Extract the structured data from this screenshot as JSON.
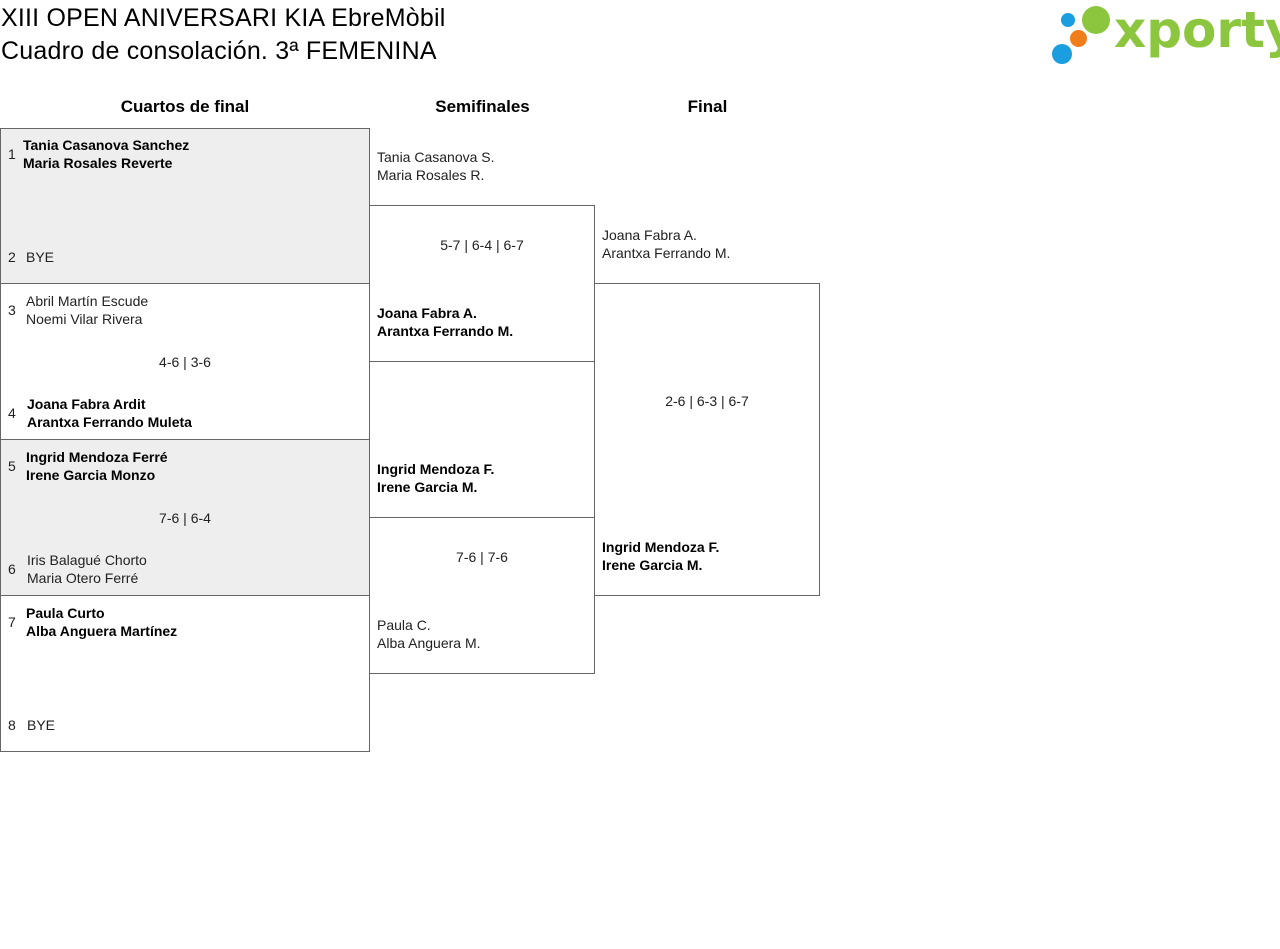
{
  "header": {
    "title_line1": "XIII OPEN ANIVERSARI KIA EbreMòbil",
    "title_line2": "Cuadro de consolación. 3ª FEMENINA"
  },
  "logo": {
    "text": "xporty",
    "colors": {
      "blue": "#1a9ee0",
      "orange": "#f07c1a",
      "green": "#8cc63f"
    }
  },
  "columns": {
    "quarterfinals": "Cuartos de final",
    "semifinals": "Semifinales",
    "final": "Final"
  },
  "quarterfinals": [
    {
      "score": "",
      "top": {
        "seed": "1",
        "player1": "Tania Casanova Sanchez",
        "player2": "Maria Rosales Reverte",
        "winner": true
      },
      "bottom": {
        "seed": "2",
        "player1": "BYE",
        "player2": "",
        "winner": false
      }
    },
    {
      "score": "4-6 | 3-6",
      "top": {
        "seed": "3",
        "player1": "Abril Martín Escude",
        "player2": "Noemi Vilar Rivera",
        "winner": false
      },
      "bottom": {
        "seed": "4",
        "player1": "Joana Fabra Ardit",
        "player2": "Arantxa Ferrando Muleta",
        "winner": true
      }
    },
    {
      "score": "7-6 | 6-4",
      "top": {
        "seed": "5",
        "player1": "Ingrid Mendoza Ferré",
        "player2": "Irene Garcia Monzo",
        "winner": true
      },
      "bottom": {
        "seed": "6",
        "player1": "Iris Balagué Chorto",
        "player2": "Maria Otero Ferré",
        "winner": false
      }
    },
    {
      "score": "",
      "top": {
        "seed": "7",
        "player1": "Paula Curto",
        "player2": "Alba Anguera Martínez",
        "winner": true
      },
      "bottom": {
        "seed": "8",
        "player1": "BYE",
        "player2": "",
        "winner": false
      }
    }
  ],
  "semifinals": [
    {
      "score": "5-7 | 6-4 | 6-7",
      "top": {
        "player1": "Tania Casanova S.",
        "player2": "Maria Rosales R.",
        "winner": false
      },
      "bottom": {
        "player1": "Joana Fabra A.",
        "player2": "Arantxa Ferrando M.",
        "winner": true
      }
    },
    {
      "score": "7-6 | 7-6",
      "top": {
        "player1": "Ingrid Mendoza F.",
        "player2": "Irene Garcia M.",
        "winner": true
      },
      "bottom": {
        "player1": "Paula C.",
        "player2": "Alba Anguera M.",
        "winner": false
      }
    }
  ],
  "final": {
    "score": "2-6 | 6-3 | 6-7",
    "top": {
      "player1": "Joana Fabra A.",
      "player2": "Arantxa Ferrando M.",
      "winner": false
    },
    "bottom": {
      "player1": "Ingrid Mendoza F.",
      "player2": "Irene Garcia M.",
      "winner": true
    }
  }
}
